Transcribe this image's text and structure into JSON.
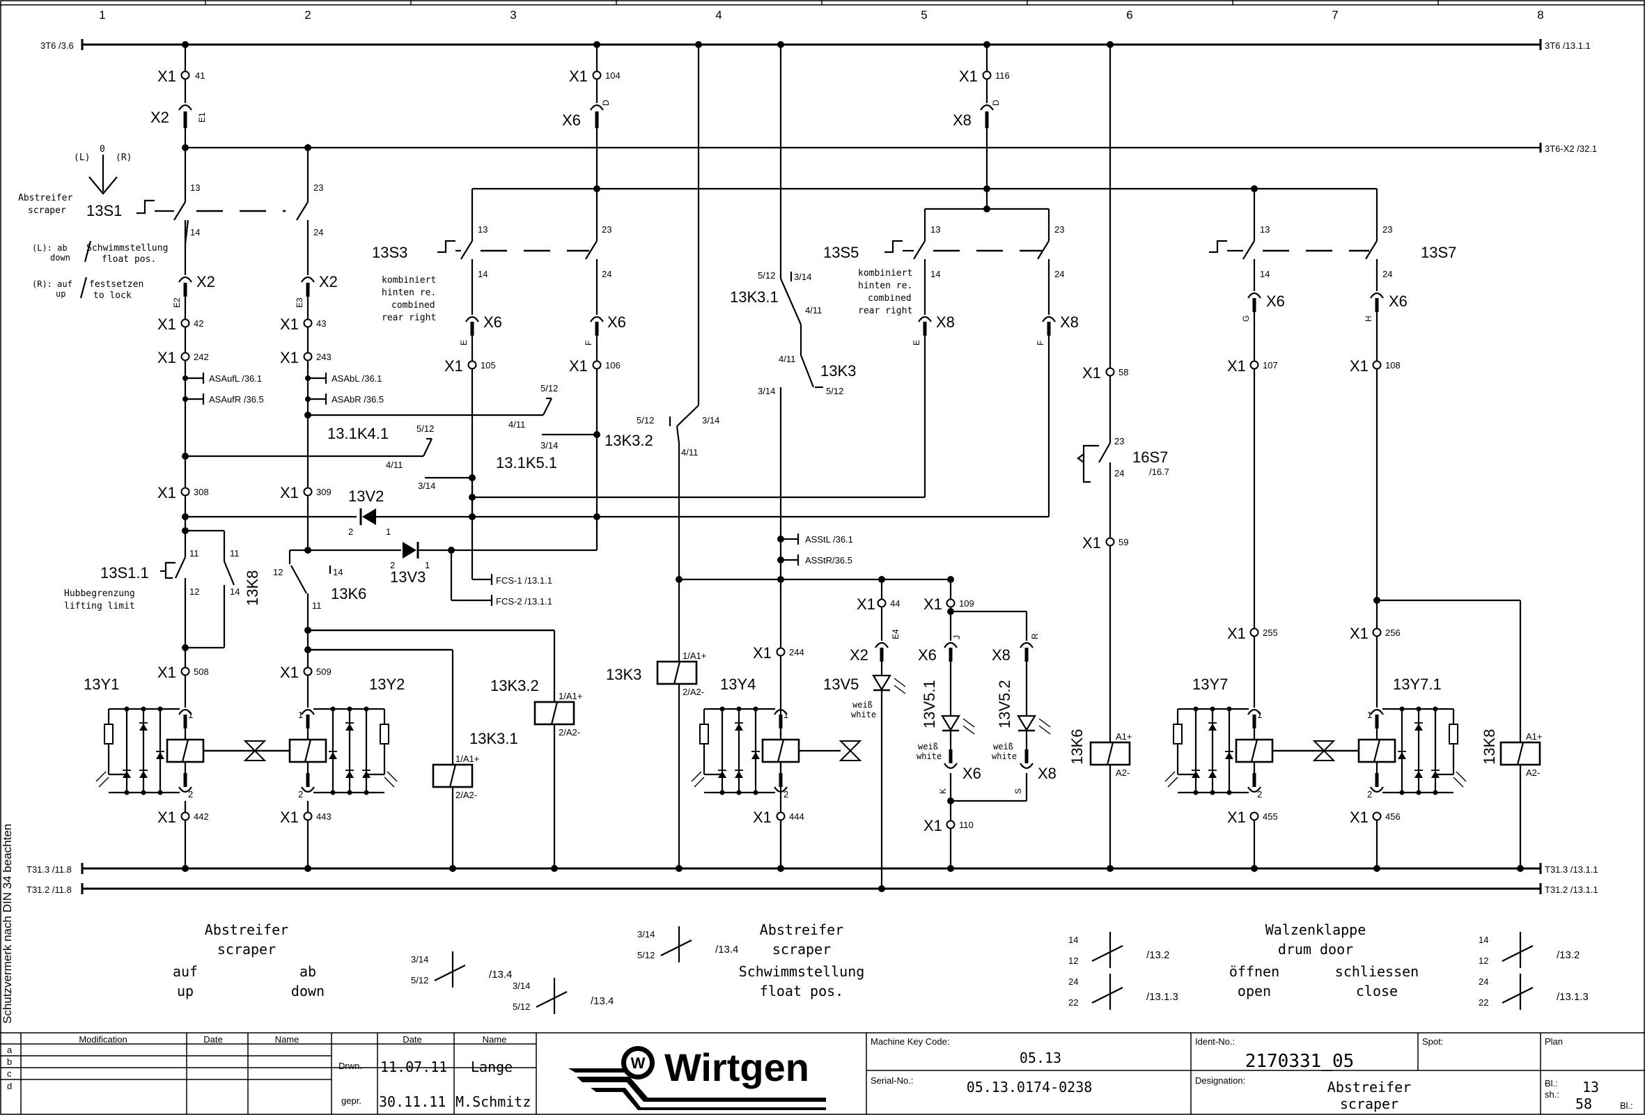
{
  "columns": [
    "1",
    "2",
    "3",
    "4",
    "5",
    "6",
    "7",
    "8"
  ],
  "rails": {
    "top_left": "3T6 /3.6",
    "top_right": "3T6 /13.1.1",
    "mid_right": "3T6-X2 /32.1",
    "bot1_left": "T31.3 /11.8",
    "bot1_right": "T31.3 /13.1.1",
    "bot2_left": "T31.2 /11.8",
    "bot2_right": "T31.2 /13.1.1"
  },
  "side_note": "Schutzvermerk nach DIN 34 beachten",
  "devices": {
    "x1": "X1",
    "x2": "X2",
    "x6": "X6",
    "x8": "X8",
    "s1": "13S1",
    "s3": "13S3",
    "s5": "13S5",
    "s7": "13S7",
    "s11": "13S1.1",
    "s16": "16S7",
    "s16ref": "/16.7",
    "k3_1": "13K3.1",
    "k3": "13K3",
    "k3_2": "13K3.2",
    "k41": "13.1K4.1",
    "k51": "13.1K5.1",
    "k6": "13K6",
    "k8": "13K8",
    "v2": "13V2",
    "v3": "13V3",
    "v5": "13V5",
    "v51": "13V5.1",
    "v52": "13V5.2",
    "y1": "13Y1",
    "y2": "13Y2",
    "y4": "13Y4",
    "y7": "13Y7",
    "y71": "13Y7.1"
  },
  "terminals": {
    "t41": "41",
    "t104": "104",
    "t116": "116",
    "e1": "E1",
    "d": "D",
    "e2": "E2",
    "e3": "E3",
    "t42": "42",
    "t43": "43",
    "t242": "242",
    "t243": "243",
    "t105": "105",
    "t106": "106",
    "e": "E",
    "f": "F",
    "g": "G",
    "h": "H",
    "t107": "107",
    "t108": "108",
    "t58": "58",
    "t59": "59",
    "t308": "308",
    "t309": "309",
    "t44": "44",
    "t109": "109",
    "e4": "E4",
    "j": "J",
    "r": "R",
    "k": "K",
    "s": "S",
    "t110": "110",
    "t244": "244",
    "t444": "444",
    "t508": "508",
    "t509": "509",
    "t442": "442",
    "t443": "443",
    "t255": "255",
    "t256": "256",
    "t455": "455",
    "t456": "456"
  },
  "contacts": {
    "c13": "13",
    "c14": "14",
    "c23": "23",
    "c24": "24",
    "c11": "11",
    "c12": "12",
    "c512": "5/12",
    "c314": "3/14",
    "c411": "4/11",
    "c1": "1",
    "c2": "2",
    "a1": "1/A1+",
    "a2": "2/A2-",
    "a1p": "A1+",
    "a2m": "A2-"
  },
  "refs": {
    "asaufl": "ASAufL  /36.1",
    "asaufr": "ASAufR  /36.5",
    "asabl": "ASAbL  /36.1",
    "asabr": "ASAbR  /36.5",
    "asstl": "ASStL /36.1",
    "asstr": "ASStR/36.5",
    "fcs1": "FCS-1 /13.1.1",
    "fcs2": "FCS-2 /13.1.1",
    "r134": "/13.4",
    "r132": "/13.2",
    "r1313": "/13.1.3"
  },
  "notes": {
    "selector_l": "(L)",
    "selector_0": "0",
    "selector_r": "(R)",
    "abstreifer": "Abstreifer",
    "scraper": "scraper",
    "l_ab": "(L): ab",
    "l_down": "down",
    "schwimm": "Schwimmstellung",
    "float": "float pos.",
    "r_auf": "(R): auf",
    "r_up": "up",
    "festsetzen": "festsetzen",
    "to_lock": "to lock",
    "kombiniert": "kombiniert",
    "hinten": "hinten re.",
    "combined": "combined",
    "rear": "rear right",
    "hubbegr": "Hubbegrenzung",
    "lifting": "lifting limit",
    "weiss": "weiß",
    "white": "white"
  },
  "footer_captions": {
    "abstreifer": "Abstreifer",
    "scraper": "scraper",
    "auf": "auf",
    "up": "up",
    "ab": "ab",
    "down": "down",
    "schwimm": "Schwimmstellung",
    "float": "float pos.",
    "walzen": "Walzenklappe",
    "drum": "drum door",
    "oeffnen": "öffnen",
    "open": "open",
    "schliessen": "schliessen",
    "close": "close"
  },
  "title_block": {
    "modification": "Modification",
    "date": "Date",
    "name": "Name",
    "rows": [
      "a",
      "b",
      "c",
      "d"
    ],
    "drwn": "Drwn.",
    "drwn_date": "11.07.11",
    "drwn_name": "Lange",
    "gepr": "gepr.",
    "gepr_date": "30.11.11",
    "gepr_name": "M.Schmitz",
    "logo": "Wirtgen",
    "logo_w": "W",
    "mkc_label": "Machine Key Code:",
    "mkc": "05.13",
    "serial_label": "Serial-No.:",
    "serial": "05.13.0174-0238",
    "ident_label": "Ident-No.:",
    "ident": "2170331_05",
    "spot_label": "Spot:",
    "plan_label": "Plan",
    "designation_label": "Designation:",
    "designation1": "Abstreifer",
    "designation2": "scraper",
    "bl_label": "Bl.:",
    "bl": "13",
    "sh_label": "sh.:",
    "sh": "58",
    "bl2_label": "Bl.:"
  }
}
